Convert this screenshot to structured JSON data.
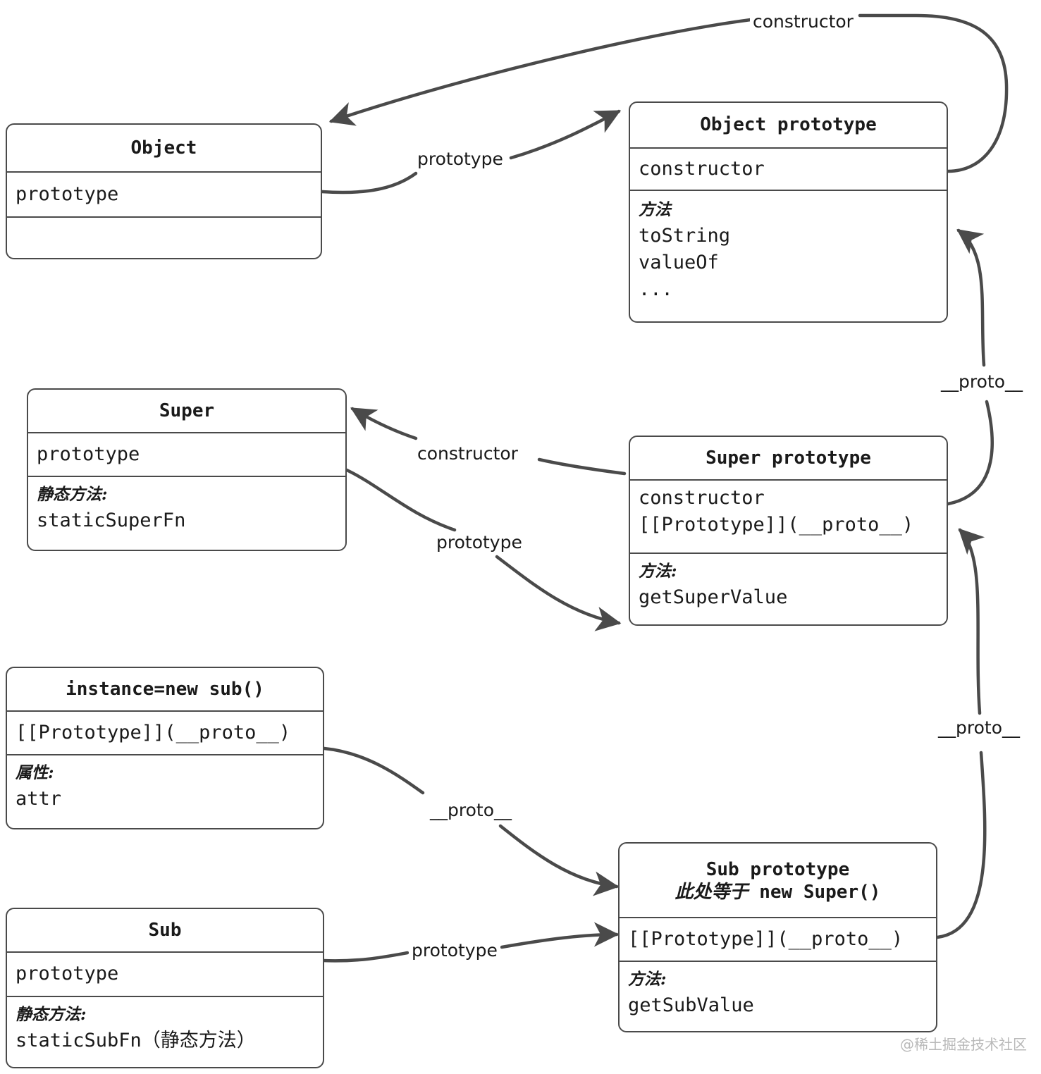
{
  "diagram": {
    "title": "JavaScript prototype chain diagram",
    "stroke_color": "#4a4a4a",
    "text_color": "#1a1a1a",
    "background": "#ffffff"
  },
  "nodes": {
    "object": {
      "title": "Object",
      "rows": [
        "prototype"
      ],
      "empty_section": ""
    },
    "object_prototype": {
      "title": "Object prototype",
      "constructor_row": "constructor",
      "methods_label": "方法",
      "methods": [
        "toString",
        "valueOf",
        "..."
      ]
    },
    "super": {
      "title": "Super",
      "prototype_row": "prototype",
      "static_label": "静态方法:",
      "static_methods": [
        "staticSuperFn"
      ]
    },
    "super_prototype": {
      "title": "Super prototype",
      "rows": [
        "constructor",
        "[[Prototype]](__proto__)"
      ],
      "methods_label": "方法:",
      "methods": [
        "getSuperValue"
      ]
    },
    "instance": {
      "title": "instance=new sub()",
      "proto_row": "[[Prototype]](__proto__)",
      "attr_label": "属性:",
      "attrs": [
        "attr"
      ]
    },
    "sub": {
      "title": "Sub",
      "prototype_row": "prototype",
      "static_label": "静态方法:",
      "static_methods": [
        "staticSubFn（静态方法）"
      ]
    },
    "sub_prototype": {
      "title_line1": "Sub prototype",
      "title_line2_cn": "此处等于",
      "title_line2_code": "new Super()",
      "proto_row": "[[Prototype]](__proto__)",
      "methods_label": "方法:",
      "methods": [
        "getSubValue"
      ]
    }
  },
  "edges": [
    {
      "id": "objproto-constructor-object",
      "label": "constructor"
    },
    {
      "id": "object-prototype-objproto",
      "label": "prototype"
    },
    {
      "id": "superproto-constructor-super",
      "label": "constructor"
    },
    {
      "id": "super-prototype-superproto",
      "label": "prototype"
    },
    {
      "id": "superproto-proto-objproto",
      "label": "__proto__"
    },
    {
      "id": "instance-proto-subproto",
      "label": "__proto__"
    },
    {
      "id": "sub-prototype-subproto",
      "label": "prototype"
    },
    {
      "id": "subproto-proto-superproto",
      "label": "__proto__"
    }
  ],
  "watermark": "@稀土掘金技术社区"
}
